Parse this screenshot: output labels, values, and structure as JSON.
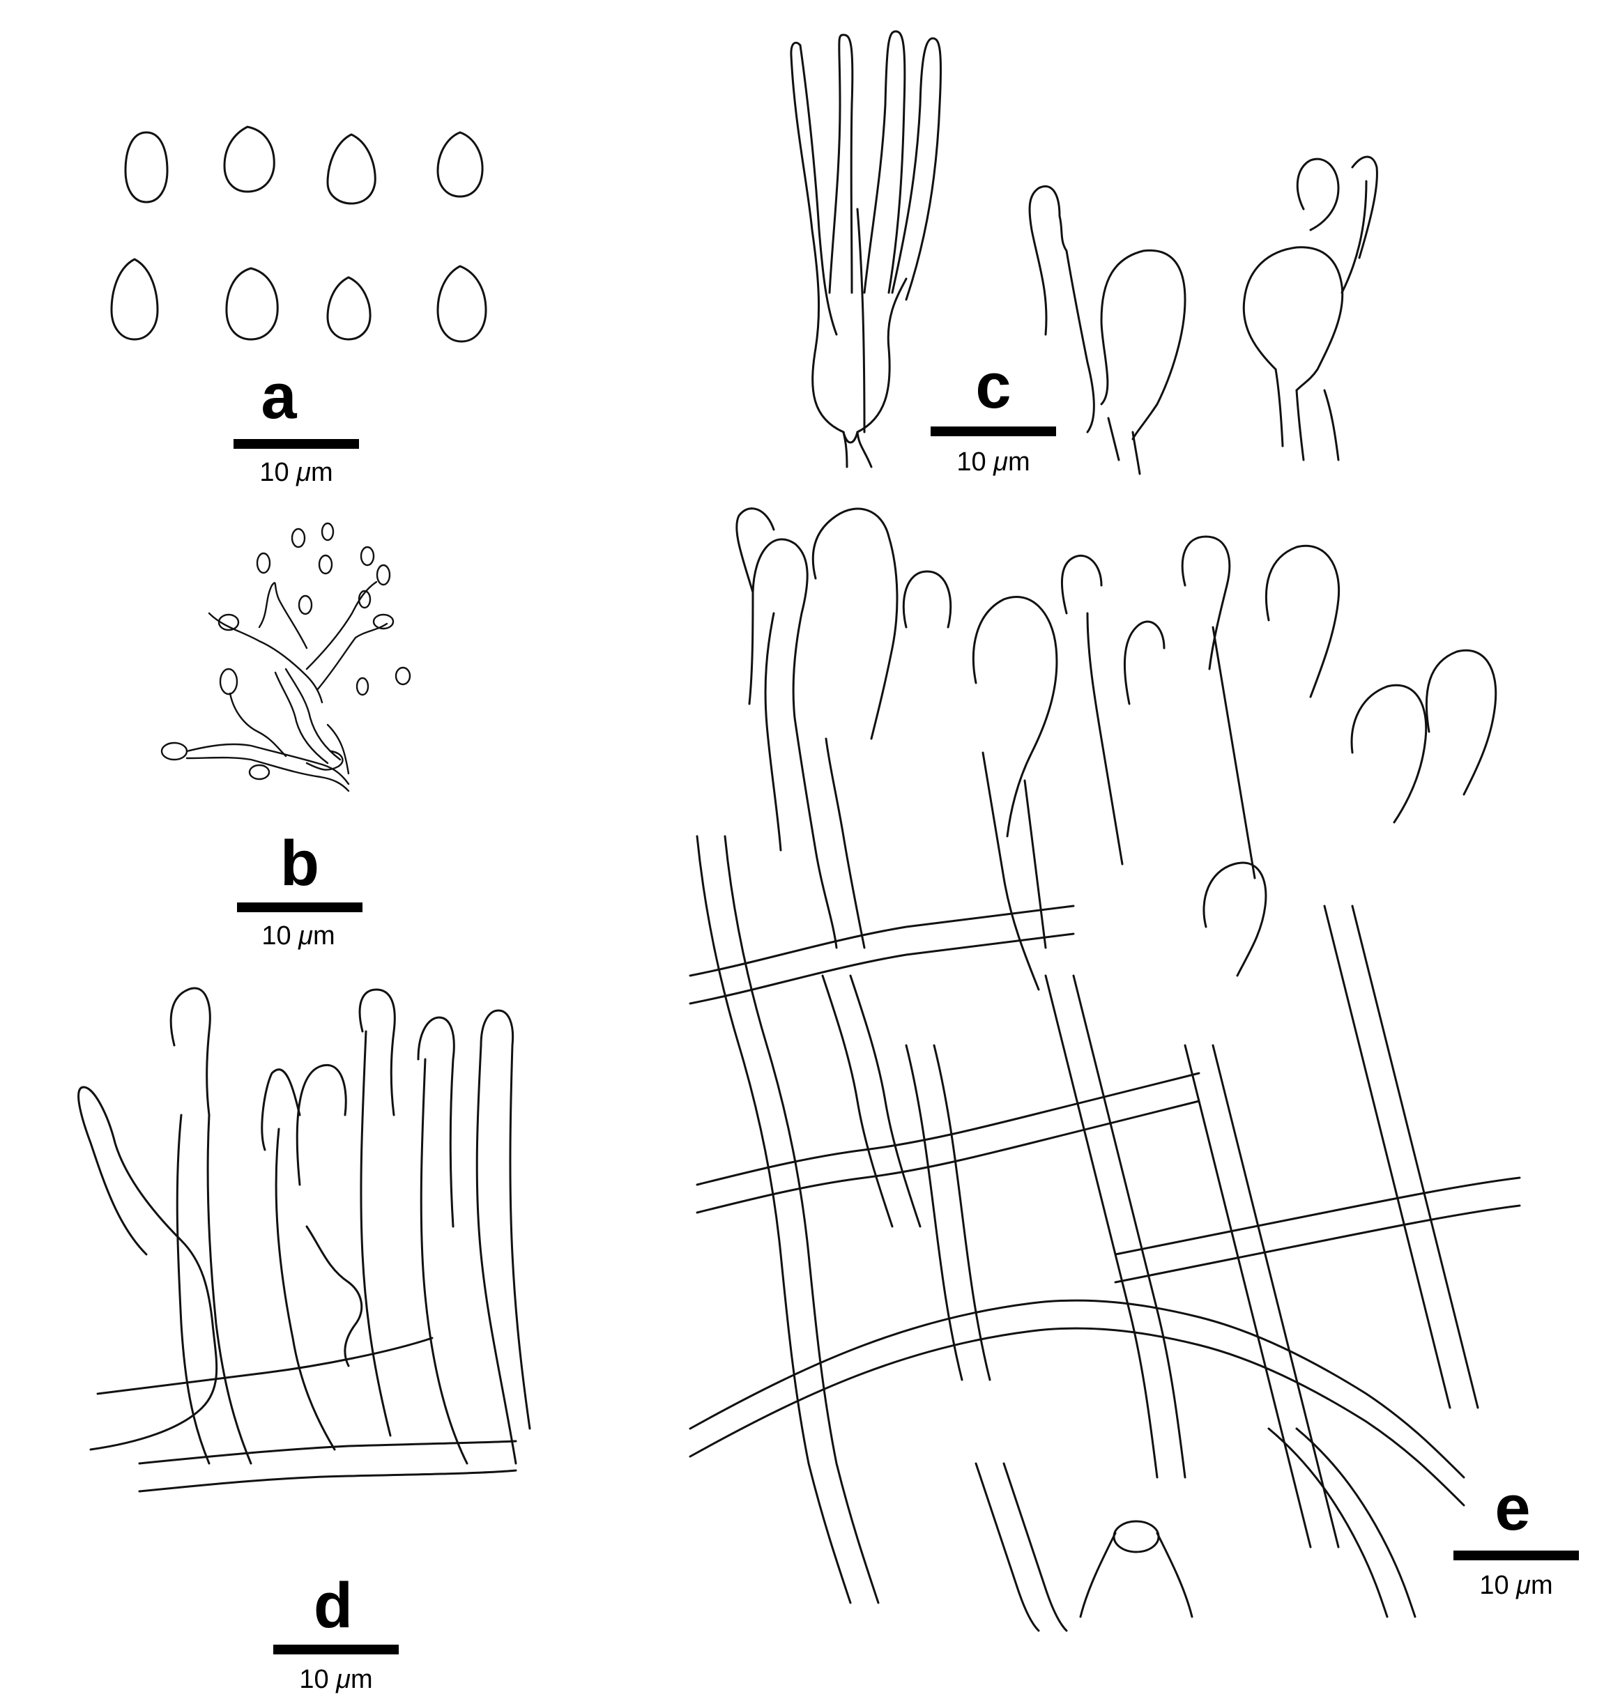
{
  "panels": {
    "a": {
      "letter": "a",
      "scale_value": "10",
      "scale_unit": "μm"
    },
    "b": {
      "letter": "b",
      "scale_value": "10",
      "scale_unit": "μm"
    },
    "c": {
      "letter": "c",
      "scale_value": "10",
      "scale_unit": "μm"
    },
    "d": {
      "letter": "d",
      "scale_value": "10",
      "scale_unit": "μm"
    },
    "e": {
      "letter": "e",
      "scale_value": "10",
      "scale_unit": "μm"
    }
  }
}
